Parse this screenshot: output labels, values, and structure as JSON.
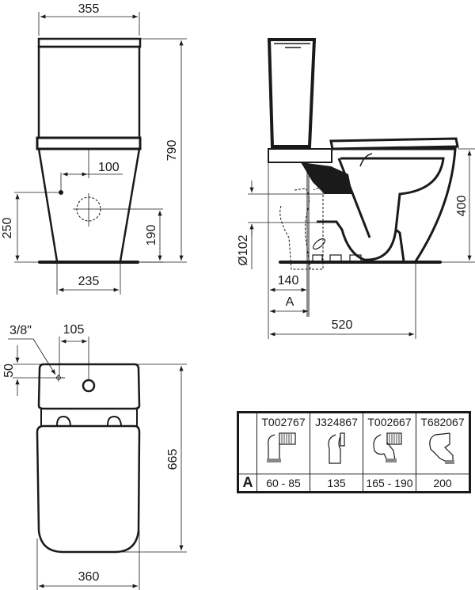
{
  "front_view": {
    "width_top": "355",
    "total_height": "790",
    "inlet_offset": "100",
    "inlet_height": "250",
    "outlet_height": "190",
    "base_width": "235"
  },
  "side_view": {
    "outlet_diameter": "Ø102",
    "seat_height": "400",
    "outlet_from_wall": "140",
    "variable_label": "A",
    "total_depth": "520"
  },
  "top_view": {
    "inlet_size": "3/8\"",
    "inlet_spacing": "105",
    "inlet_from_wall": "50",
    "total_length": "665",
    "total_width": "360"
  },
  "connector_table": {
    "row_label": "A",
    "columns": [
      {
        "code": "T002767",
        "value": "60 - 85"
      },
      {
        "code": "J324867",
        "value": "135"
      },
      {
        "code": "T002667",
        "value": "165 - 190"
      },
      {
        "code": "T682067",
        "value": "200"
      }
    ]
  }
}
